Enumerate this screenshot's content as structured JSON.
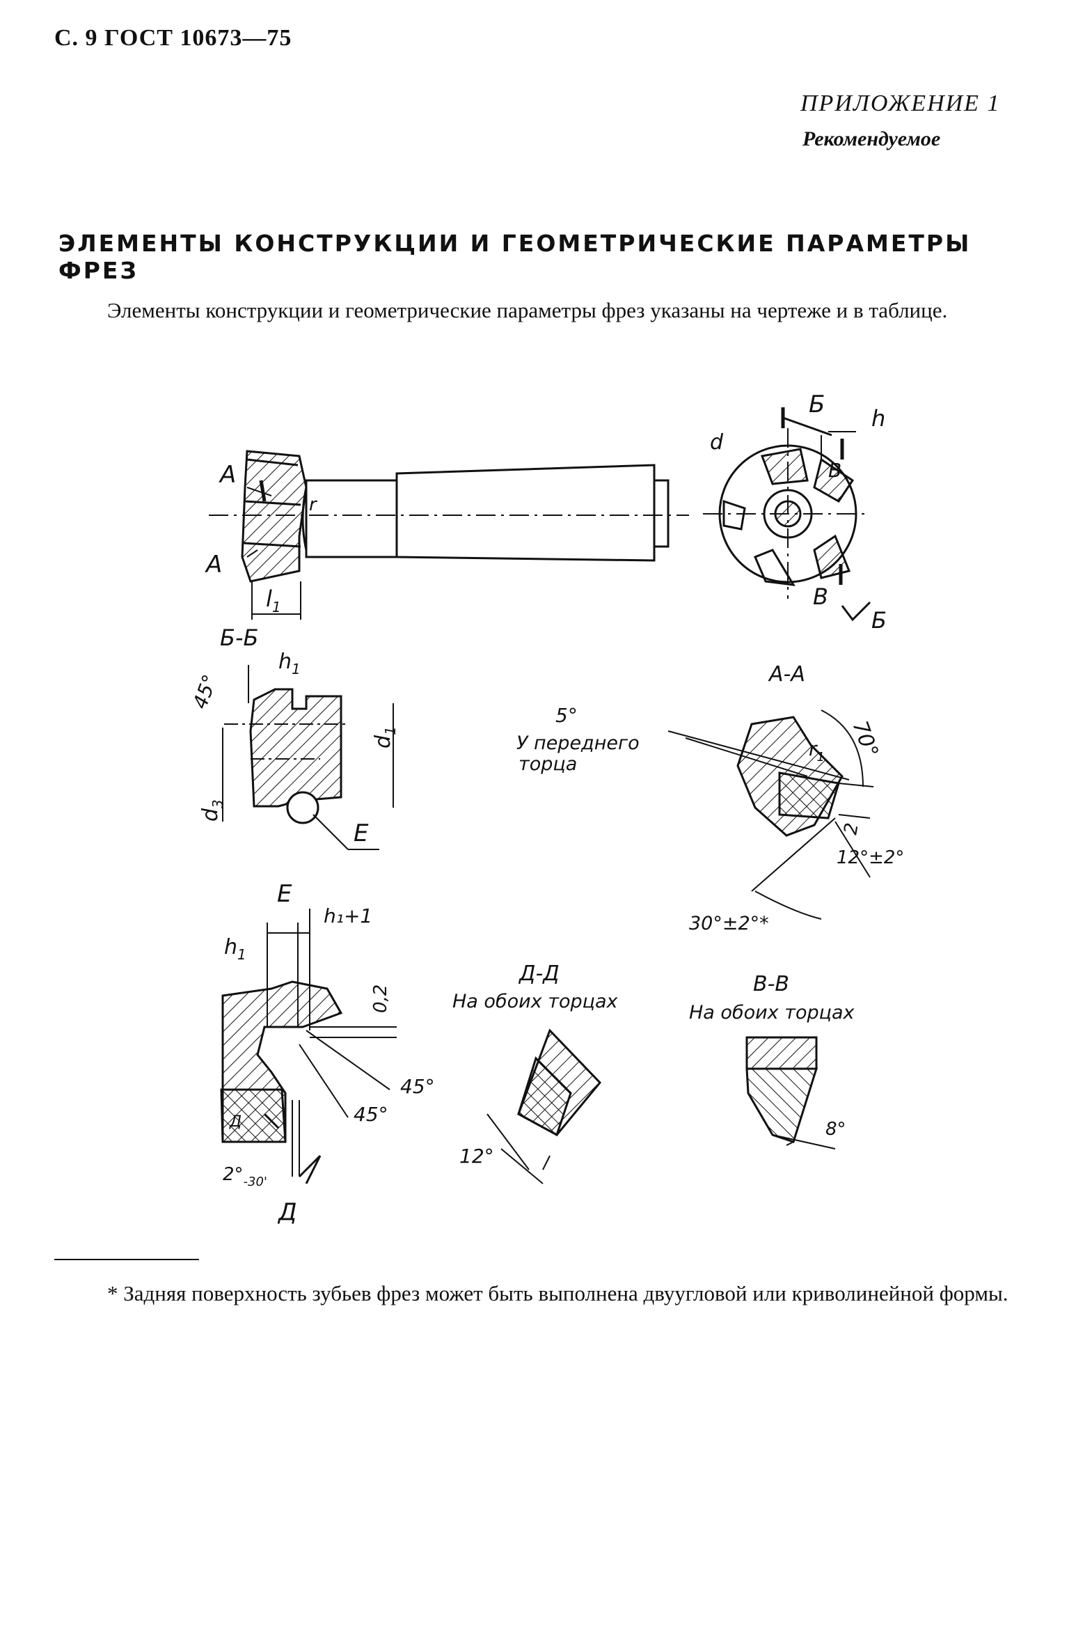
{
  "page": {
    "header": "С. 9 ГОСТ 10673—75",
    "appendix": "ПРИЛОЖЕНИЕ 1",
    "appendix_note": "Рекомендуемое",
    "title": "ЭЛЕМЕНТЫ КОНСТРУКЦИИ И ГЕОМЕТРИЧЕСКИЕ ПАРАМЕТРЫ ФРЕЗ",
    "intro": "Элементы конструкции и геометрические параметры фрез указаны на чертеже и в таблице.",
    "footnote": "* Задняя поверхность зубьев фрез может быть выполнена двуугловой или криволинейной формы."
  },
  "drawing": {
    "labels": {
      "A": "А",
      "B_cyr": "Б",
      "V_cyr": "В",
      "D_cyr": "Д",
      "E": "E",
      "r": "r",
      "l1": "l",
      "l1_sub": "1",
      "d": "d",
      "h": "h",
      "h1": "h",
      "h1_sub": "1",
      "d1": "d",
      "d1_sub": "1",
      "d3": "d",
      "d3_sub": "3",
      "r1": "r",
      "r1_sub": "1",
      "h1plus1": "h₁+1",
      "two": "2"
    },
    "views": {
      "section_bb": "Б-Б",
      "section_aa": "А-А",
      "detail_e": "E",
      "section_dd": "Д-Д",
      "section_dd_note": "На обоих торцах",
      "section_vv": "В-В",
      "section_vv_note": "На обоих торцах"
    },
    "angles": {
      "a45": "45°",
      "a5": "5°",
      "a5_note_1": "У переднего",
      "a5_note_2": "торца",
      "a70": "70°",
      "a12pm2": "12°±2°",
      "a30pm2": "30°±2°*",
      "a02": "0,2",
      "a45b": "45°",
      "a45c": "45°",
      "a12": "12°",
      "a8": "8°",
      "a2_30": "2°",
      "a2_30_sub": "-30'"
    }
  }
}
